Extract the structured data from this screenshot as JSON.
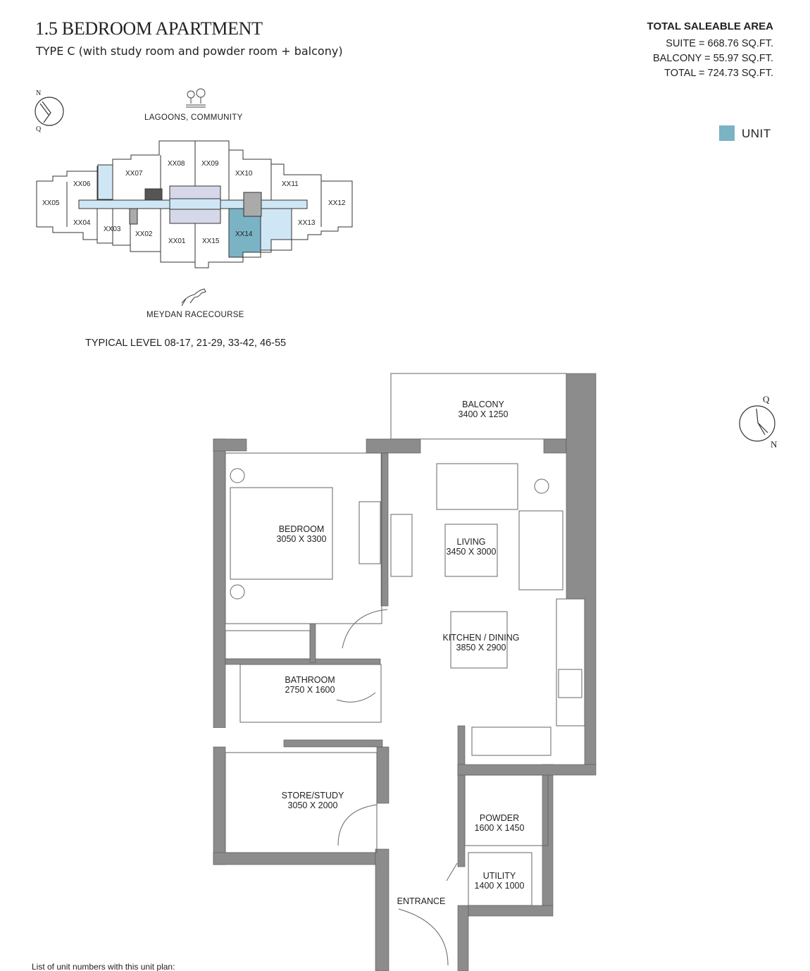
{
  "header": {
    "title": "1.5 BEDROOM APARTMENT",
    "subtitle": "TYPE C (with study room and powder room + balcony)"
  },
  "area": {
    "heading": "TOTAL SALEABLE AREA",
    "suite": "SUITE = 668.76 SQ.FT.",
    "balcony": "BALCONY = 55.97 SQ.FT.",
    "total": "TOTAL = 724.73 SQ.FT."
  },
  "legend": {
    "label": "UNIT",
    "color": "#7ab3c4"
  },
  "key_plan": {
    "compass_top": "N",
    "compass_bottom": "Q",
    "top_view": "LAGOONS, COMMUNITY",
    "bottom_view": "MEYDAN RACECOURSE",
    "units": [
      "XX01",
      "XX02",
      "XX03",
      "XX04",
      "XX05",
      "XX06",
      "XX07",
      "XX08",
      "XX09",
      "XX10",
      "XX11",
      "XX12",
      "XX13",
      "XX14",
      "XX15"
    ],
    "highlighted_unit": "XX14",
    "level_note": "TYPICAL LEVEL 08-17, 21-29, 33-42, 46-55"
  },
  "plan": {
    "compass_top": "Q",
    "compass_bottom": "N",
    "rooms": [
      {
        "name": "BALCONY",
        "size": "3400 X 1250"
      },
      {
        "name": "BEDROOM",
        "size": "3050 X 3300"
      },
      {
        "name": "LIVING",
        "size": "3450 X 3000"
      },
      {
        "name": "KITCHEN / DINING",
        "size": "3850 X 2900"
      },
      {
        "name": "BATHROOM",
        "size": "2750 X 1600"
      },
      {
        "name": "STORE/STUDY",
        "size": "3050 X 2000"
      },
      {
        "name": "POWDER",
        "size": "1600 X 1450"
      },
      {
        "name": "UTILITY",
        "size": "1400 X 1000"
      }
    ],
    "entrance": "ENTRANCE"
  },
  "footer": {
    "unit_list_label": "List of unit numbers with this unit plan:"
  }
}
